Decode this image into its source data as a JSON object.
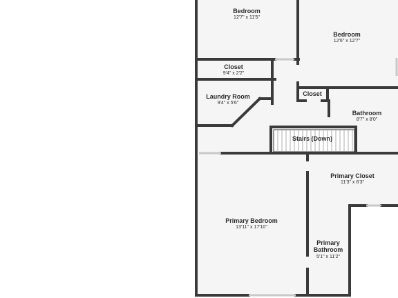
{
  "rooms": {
    "bedroom_1": {
      "name": "Bedroom",
      "dims": "12'7\" x 11'5\""
    },
    "bedroom_2": {
      "name": "Bedroom",
      "dims": "12'6\" x 12'7\""
    },
    "closet_1": {
      "name": "Closet",
      "dims": "9'4\" x 2'2\""
    },
    "closet_2": {
      "name": "Closet",
      "dims": ""
    },
    "laundry": {
      "name": "Laundry Room",
      "dims": "9'4\" x 5'6\""
    },
    "bathroom": {
      "name": "Bathroom",
      "dims": "8'7\" x 8'0\""
    },
    "stairs": {
      "name": "Stairs (Down)",
      "dims": ""
    },
    "primary_closet": {
      "name": "Primary Closet",
      "dims": "11'3\" x 6'3\""
    },
    "primary_bedroom": {
      "name": "Primary Bedroom",
      "dims": "13'11\" x 17'10\""
    },
    "primary_bathroom": {
      "name_line1": "Primary",
      "name_line2": "Bathroom",
      "dims": "5'1\" x 11'2\""
    }
  },
  "colors": {
    "wall": "#3a3a3a",
    "floor": "#f5f5f5",
    "text": "#2b2b2b"
  }
}
